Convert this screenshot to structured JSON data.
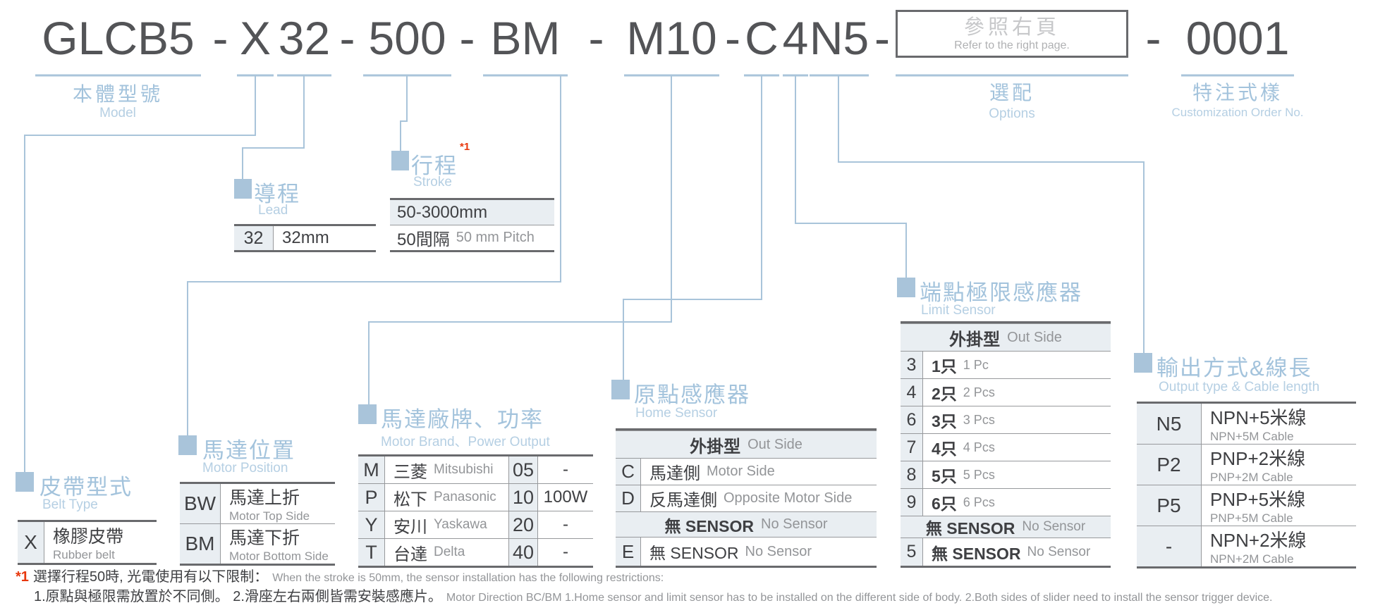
{
  "colors": {
    "accent_blue": "#a9c4da",
    "light_blue_text": "#a3c3dc",
    "dark_text": "#3f4043",
    "gray_text": "#939598",
    "table_border": "#696a6d",
    "shade_bg": "#e9eef2",
    "red": "#e8380d"
  },
  "order_code": {
    "model": "GLCB5",
    "dash": "-",
    "belt": "X",
    "lead": "32",
    "stroke": "500",
    "motor_position": "BM",
    "motor_brand_power": "M10",
    "home": "C",
    "limit": "4",
    "output": "N5",
    "custom_no": "0001",
    "options_box": {
      "zh": "參照右頁",
      "en": "Refer to the right page."
    },
    "labels": {
      "model_zh": "本體型號",
      "model_en": "Model",
      "options_zh": "選配",
      "options_en": "Options",
      "custom_zh": "特注式樣",
      "custom_en": "Customization Order No."
    }
  },
  "sections": {
    "belt": {
      "title_zh": "皮帶型式",
      "title_en": "Belt Type",
      "rows": [
        {
          "code": "X",
          "zh": "橡膠皮帶",
          "en": "Rubber belt"
        }
      ]
    },
    "lead": {
      "title_zh": "導程",
      "title_en": "Lead",
      "rows": [
        {
          "code": "32",
          "value": "32mm"
        }
      ]
    },
    "stroke": {
      "title_zh": "行程",
      "title_en": "Stroke",
      "note_ref": "*1",
      "range": "50-3000mm",
      "pitch_zh": "50間隔",
      "pitch_en": "50 mm Pitch"
    },
    "motor_position": {
      "title_zh": "馬達位置",
      "title_en": "Motor Position",
      "rows": [
        {
          "code": "BW",
          "zh": "馬達上折",
          "en": "Motor Top Side"
        },
        {
          "code": "BM",
          "zh": "馬達下折",
          "en": "Motor Bottom Side"
        }
      ]
    },
    "motor_brand": {
      "title_zh": "馬達廠牌、功率",
      "title_en": "Motor Brand、Power Output",
      "rows": [
        {
          "code": "M",
          "zh": "三菱",
          "en": "Mitsubishi",
          "power_code": "05",
          "power": "-"
        },
        {
          "code": "P",
          "zh": "松下",
          "en": "Panasonic",
          "power_code": "10",
          "power": "100W"
        },
        {
          "code": "Y",
          "zh": "安川",
          "en": "Yaskawa",
          "power_code": "20",
          "power": "-"
        },
        {
          "code": "T",
          "zh": "台達",
          "en": "Delta",
          "power_code": "40",
          "power": "-"
        }
      ]
    },
    "home_sensor": {
      "title_zh": "原點感應器",
      "title_en": "Home Sensor",
      "group1_zh": "外掛型",
      "group1_en": "Out Side",
      "rows": [
        {
          "code": "C",
          "zh": "馬達側",
          "en": "Motor Side"
        },
        {
          "code": "D",
          "zh": "反馬達側",
          "en": "Opposite Motor Side"
        }
      ],
      "group2_zh": "無 SENSOR",
      "group2_en": "No Sensor",
      "rows2": [
        {
          "code": "E",
          "zh": "無 SENSOR",
          "en": "No Sensor"
        }
      ]
    },
    "limit_sensor": {
      "title_zh": "端點極限感應器",
      "title_en": "Limit Sensor",
      "group1_zh": "外掛型",
      "group1_en": "Out Side",
      "rows": [
        {
          "code": "3",
          "zh": "1只",
          "en": "1 Pc"
        },
        {
          "code": "4",
          "zh": "2只",
          "en": "2 Pcs"
        },
        {
          "code": "6",
          "zh": "3只",
          "en": "3 Pcs"
        },
        {
          "code": "7",
          "zh": "4只",
          "en": "4 Pcs"
        },
        {
          "code": "8",
          "zh": "5只",
          "en": "5 Pcs"
        },
        {
          "code": "9",
          "zh": "6只",
          "en": "6 Pcs"
        }
      ],
      "group2_zh": "無 SENSOR",
      "group2_en": "No Sensor",
      "rows2": [
        {
          "code": "5",
          "zh": "無 SENSOR",
          "en": "No Sensor"
        }
      ]
    },
    "output": {
      "title_zh": "輸出方式&線長",
      "title_en": "Output type & Cable length",
      "rows": [
        {
          "code": "N5",
          "zh": "NPN+5米線",
          "en": "NPN+5M Cable"
        },
        {
          "code": "P2",
          "zh": "PNP+2米線",
          "en": "PNP+2M Cable"
        },
        {
          "code": "P5",
          "zh": "PNP+5米線",
          "en": "PNP+5M Cable"
        },
        {
          "code": "-",
          "zh": "NPN+2米線",
          "en": "NPN+2M Cable"
        }
      ]
    }
  },
  "footnote": {
    "ref": "*1",
    "line1_zh": "選擇行程50時, 光電使用有以下限制：",
    "line1_en": "When the stroke is 50mm, the sensor installation has  the following restrictions:",
    "line2_zh": "1.原點與極限需放置於不同側。 2.滑座左右兩側皆需安裝感應片。",
    "line2_en": "Motor Direction BC/BM 1.Home sensor and limit sensor has to be installed on the different side of body.  2.Both sides of slider need to install the sensor trigger device."
  }
}
